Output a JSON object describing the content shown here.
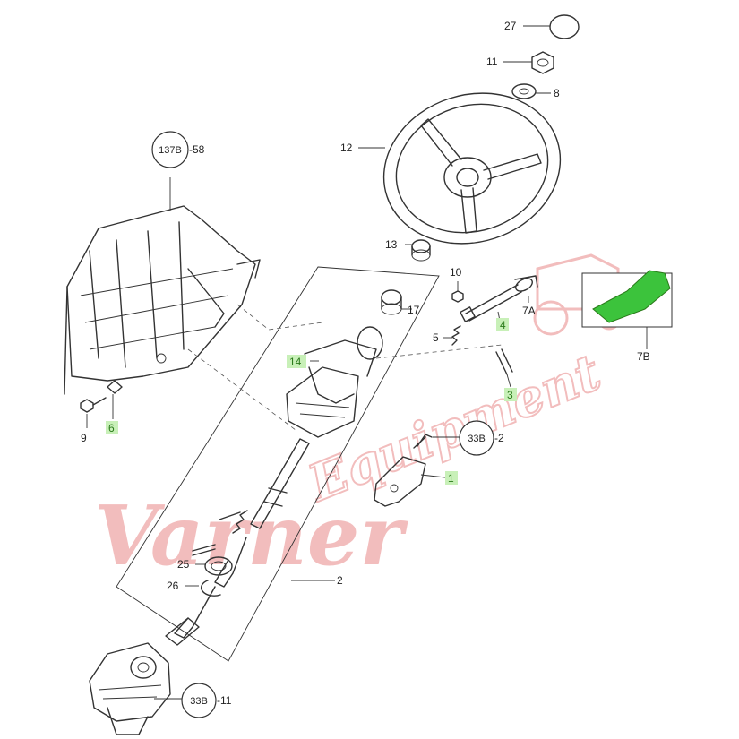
{
  "watermark": {
    "text_left": "Varner",
    "text_right": "Equipment",
    "color": "#e88888"
  },
  "colors": {
    "highlight_label": "#2a7a1a",
    "highlight_part": "#3cc33c",
    "line": "#333333"
  },
  "callouts": {
    "c27": "27",
    "c11": "11",
    "c8": "8",
    "c12": "12",
    "c13": "13",
    "c10": "10",
    "c7A": "7A",
    "c7B": "7B",
    "c17": "17",
    "c4": "4",
    "c5": "5",
    "c3": "3",
    "c14": "14",
    "c9": "9",
    "c6": "6",
    "c1": "1",
    "c2": "2",
    "c25": "25",
    "c26": "26"
  },
  "refs": {
    "r137b_code": "137B",
    "r137b_num": "-58",
    "r33b2_code": "33B",
    "r33b2_num": "-2",
    "r33b11_code": "33B",
    "r33b11_num": "-11"
  }
}
